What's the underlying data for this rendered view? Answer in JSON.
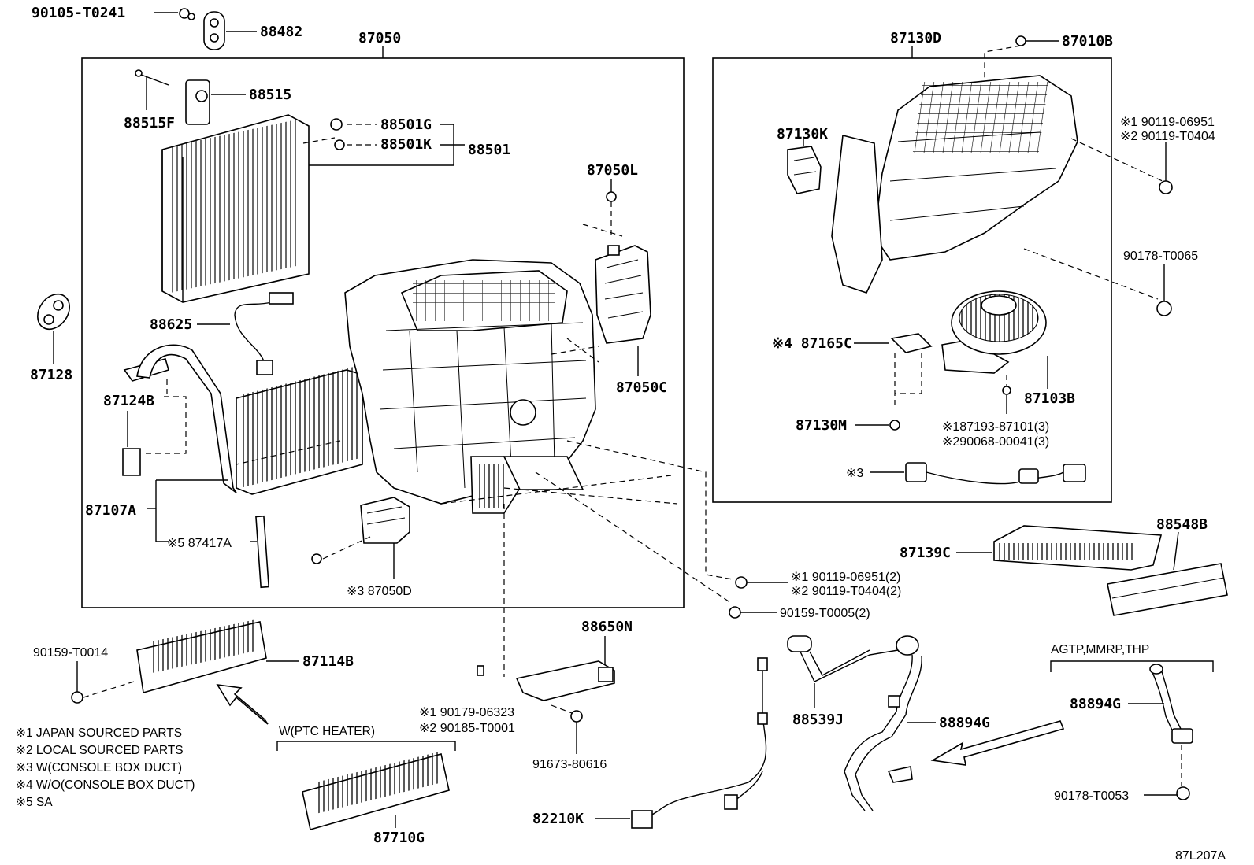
{
  "labels": {
    "p90105_T0241": "90105-T0241",
    "p88482": "88482",
    "p87050": "87050",
    "p87130D": "87130D",
    "p87010B": "87010B",
    "p88515": "88515",
    "p88515F": "88515F",
    "p88501G": "88501G",
    "p88501K": "88501K",
    "p88501": "88501",
    "p87050L": "87050L",
    "p87130K": "87130K",
    "n90119_06951": "※1 90119-06951",
    "n90119_T0404": "※2 90119-T0404",
    "p90178_T0065": "90178-T0065",
    "p87128": "87128",
    "p88625": "88625",
    "p87165C": "※4 87165C",
    "p87124B": "87124B",
    "p87050C": "87050C",
    "p87103B": "87103B",
    "p87130M": "87130M",
    "n87193": "※187193-87101(3)",
    "n90068": "※290068-00041(3)",
    "n3": "※3",
    "p87107A": "87107A",
    "p87417A": "※5 87417A",
    "p88548B": "88548B",
    "p87139C": "87139C",
    "p87050D": "※3 87050D",
    "n90119_06951_2": "※1 90119-06951(2)",
    "n90119_T0404_2": "※2 90119-T0404(2)",
    "p90159_T0005": "90159-T0005(2)",
    "p88650N": "88650N",
    "p90159_T0014": "90159-T0014",
    "p87114B": "87114B",
    "agtp": "AGTP,MMRP,THP",
    "p88894G_r": "88894G",
    "p88539J": "88539J",
    "p88894G": "88894G",
    "n90179": "※1 90179-06323",
    "n90185": "※2 90185-T0001",
    "p91673": "91673-80616",
    "ptc": "W(PTC HEATER)",
    "p87710G": "87710G",
    "p82210K": "82210K",
    "p90178_T0053": "90178-T0053",
    "ref": "87L207A"
  },
  "notes": [
    "※1 JAPAN SOURCED PARTS",
    "※2 LOCAL SOURCED PARTS",
    "※3 W(CONSOLE BOX DUCT)",
    "※4 W/O(CONSOLE BOX DUCT)",
    "※5 SA"
  ]
}
